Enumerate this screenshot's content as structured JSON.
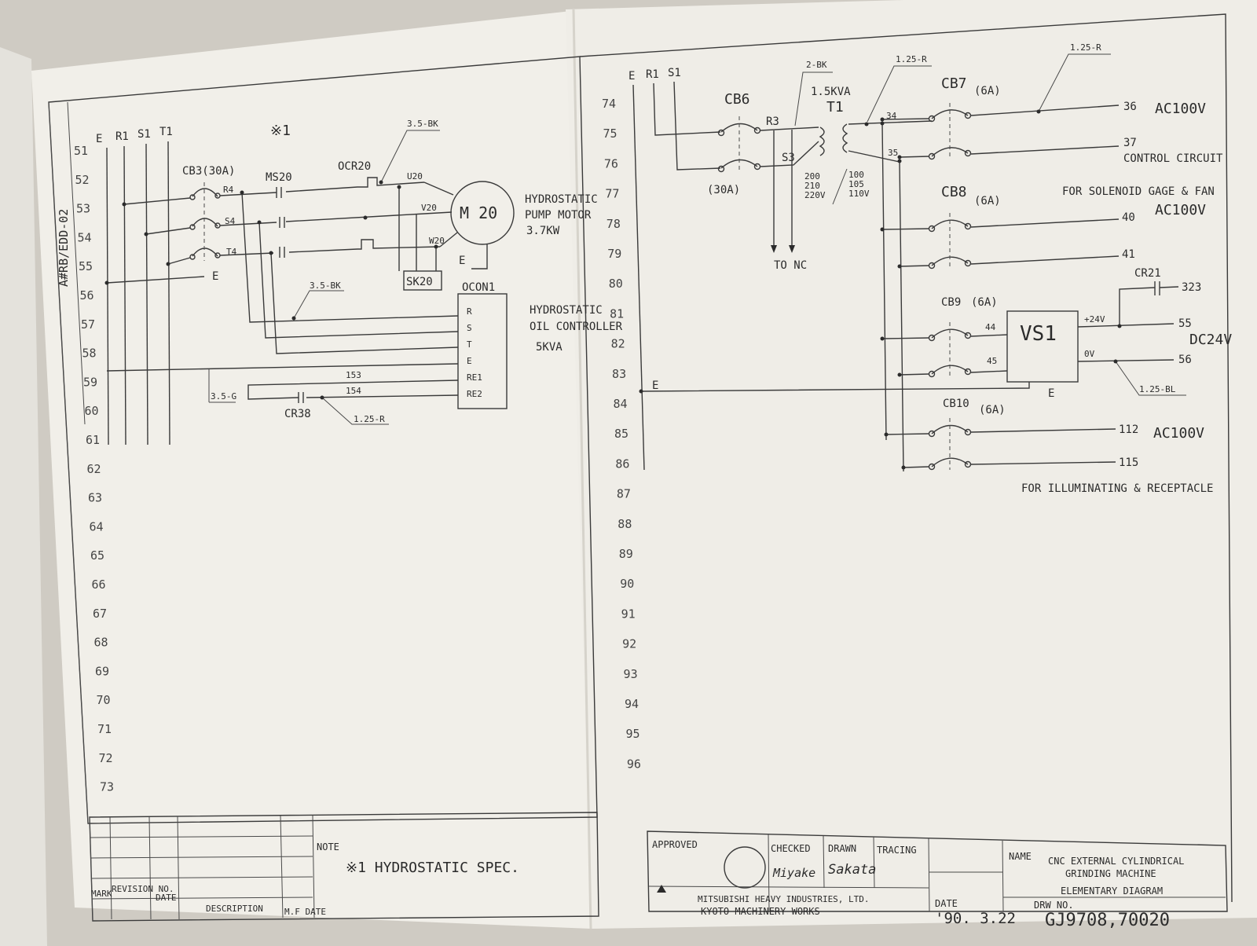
{
  "drawing": {
    "left_margin_code": "A#RB/EDD-02",
    "row_numbers_left": [
      "51",
      "52",
      "53",
      "54",
      "55",
      "56",
      "57",
      "58",
      "59",
      "60",
      "61",
      "62",
      "63",
      "64",
      "65",
      "66",
      "67",
      "68",
      "69",
      "70",
      "71",
      "72",
      "73"
    ],
    "row_numbers_right": [
      "74",
      "75",
      "76",
      "77",
      "78",
      "79",
      "80",
      "81",
      "82",
      "83",
      "84",
      "85",
      "86",
      "87",
      "88",
      "89",
      "90",
      "91",
      "92",
      "93",
      "94",
      "95",
      "96"
    ],
    "left": {
      "bus_labels": [
        "E",
        "R1",
        "S1",
        "T1"
      ],
      "note_marker": "※1",
      "breaker": "CB3(30A)",
      "contactor": "MS20",
      "overload": "OCR20",
      "phase_labels": [
        "R4",
        "S4",
        "T4"
      ],
      "motor_terminals": [
        "U20",
        "V20",
        "W20"
      ],
      "motor": "M 20",
      "motor_desc": [
        "HYDROSTATIC",
        "PUMP MOTOR",
        "3.7KW"
      ],
      "wire_tags": [
        "3.5-BK",
        "3.5-BK",
        "3.5-G",
        "1.25-R"
      ],
      "earth_label": "E",
      "sk_box": "SK20",
      "controller": "OCON1",
      "controller_terminals": [
        "R",
        "S",
        "T",
        "E",
        "RE1",
        "RE2"
      ],
      "controller_desc": [
        "HYDROSTATIC",
        "OIL CONTROLLER",
        "5KVA"
      ],
      "line_numbers": [
        "153",
        "154"
      ],
      "relay": "CR38"
    },
    "right": {
      "bus_labels": [
        "E",
        "R1",
        "S1"
      ],
      "breakers": {
        "cb6": "CB6",
        "cb6_rating": "(30A)",
        "cb7": "CB7",
        "cb7_rating": "(6A)",
        "cb8": "CB8",
        "cb8_rating": "(6A)",
        "cb9": "CB9",
        "cb9_rating": "(6A)",
        "cb10": "CB10",
        "cb10_rating": "(6A)"
      },
      "transformer": {
        "name": "T1",
        "rating": "1.5KVA",
        "primary": [
          "200",
          "210",
          "220V"
        ],
        "secondary": [
          "100",
          "105",
          "110V"
        ]
      },
      "phase_labels": [
        "R3",
        "S3"
      ],
      "wire_tags": [
        "2-BK",
        "1.25-R",
        "1.25-R",
        "1.25-BL"
      ],
      "node_numbers": [
        "34",
        "35",
        "44",
        "45"
      ],
      "to_nc": "TO NC",
      "earth_label": "E",
      "power_unit": "VS1",
      "power_outputs": [
        "+24V",
        "0V"
      ],
      "relay": "CR21",
      "circuits": [
        "36",
        "37",
        "40",
        "41",
        "55",
        "56",
        "112",
        "115",
        "323"
      ],
      "circuit_labels": [
        "AC100V",
        "CONTROL CIRCUIT",
        "FOR SOLENOID GAGE & FAN",
        "AC100V",
        "DC24V",
        "AC100V",
        "FOR ILLUMINATING & RECEPTACLE"
      ]
    }
  },
  "title_block": {
    "revision_headers": [
      "MARK",
      "REVISION NO.",
      "DATE",
      "DESCRIPTION",
      "M.F DATE"
    ],
    "note_title": "NOTE",
    "note_text": "※1 HYDROSTATIC SPEC.",
    "approved": "APPROVED",
    "checked": "CHECKED",
    "drawn": "DRAWN",
    "tracing": "TRACING",
    "checked_signature": "Miyake",
    "drawn_signature": "Sakata",
    "company": "MITSUBISHI HEAVY INDUSTRIES, LTD.",
    "works": "KYOTO MACHINERY WORKS",
    "name_label": "NAME",
    "machine_name": [
      "CNC EXTERNAL CYLINDRICAL",
      "GRINDING MACHINE"
    ],
    "diagram_type": "ELEMENTARY DIAGRAM",
    "date_label": "DATE",
    "date": "'90. 3.22",
    "drawing_no_label": "DRW NO.",
    "drawing_no": "GJ9708,70020"
  },
  "colors": {
    "paper": "#f1efe9",
    "ink": "#2b2b2b",
    "background": "#d8d4cc"
  }
}
